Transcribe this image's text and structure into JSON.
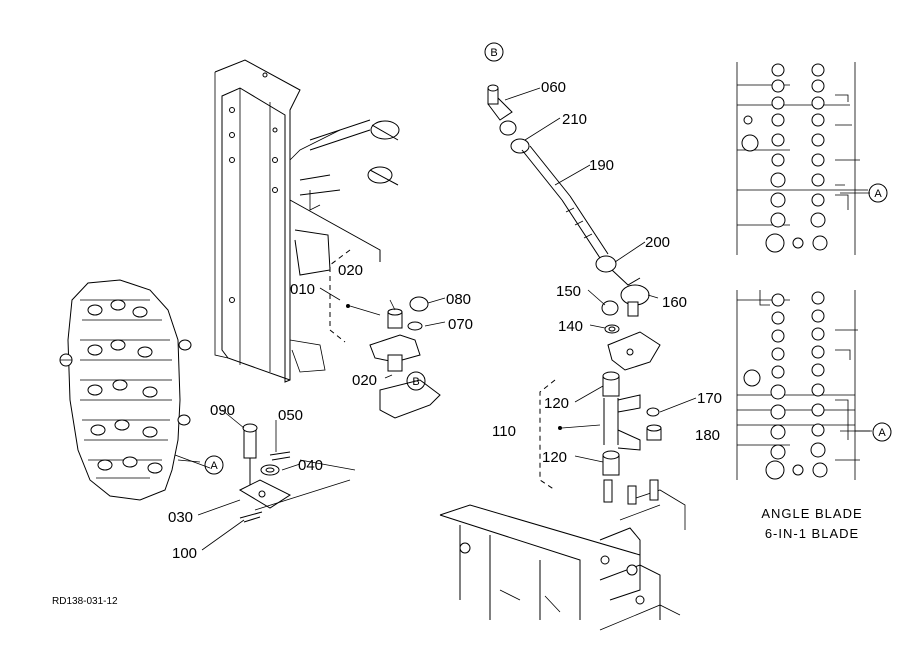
{
  "drawing_code": "RD138-031-12",
  "callouts": {
    "c010": "010",
    "c020a": "020",
    "c020b": "020",
    "c030": "030",
    "c040": "040",
    "c050": "050",
    "c060": "060",
    "c070": "070",
    "c080": "080",
    "c090": "090",
    "c100": "100",
    "c110": "110",
    "c120a": "120",
    "c120b": "120",
    "c140": "140",
    "c150": "150",
    "c160": "160",
    "c170": "170",
    "c180": "180",
    "c190": "190",
    "c200": "200",
    "c210": "210"
  },
  "markers": {
    "a1": "A",
    "a2": "A",
    "a3": "A",
    "b1": "B",
    "b2": "B"
  },
  "captions": {
    "line1": "ANGLE BLADE",
    "line2": "6-IN-1 BLADE"
  }
}
